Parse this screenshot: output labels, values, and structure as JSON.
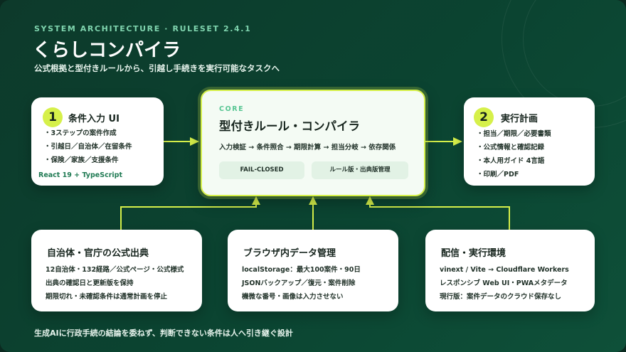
{
  "header": {
    "kicker": "SYSTEM ARCHITECTURE · RULESET 2.4.1",
    "title": "くらしコンパイラ",
    "subtitle": "公式根拠と型付きルールから、引越し手続きを実行可能なタスクへ"
  },
  "input": {
    "number": "1",
    "title": "条件入力 UI",
    "items": [
      "・3ステップの案件作成",
      "・引越日／自治体／在留条件",
      "・保険／家族／支援条件"
    ],
    "stack": "React 19 + TypeScript"
  },
  "core": {
    "label": "CORE",
    "title": "型付きルール・コンパイラ",
    "flow": "入力検証 → 条件照合 → 期限計算 → 担当分岐 → 依存関係",
    "tags": [
      "FAIL-CLOSED",
      "ルール版・出典版管理"
    ]
  },
  "plan": {
    "number": "2",
    "title": "実行計画",
    "items": [
      "・担当／期限／必要書類",
      "・公式情報と確認記録",
      "・本人用ガイド 4言語",
      "・印刷／PDF"
    ]
  },
  "sources": {
    "title": "自治体・官庁の公式出典",
    "items": [
      "12自治体・132経路／公式ページ・公式様式",
      "出典の確認日と更新版を保持",
      "期限切れ・未確認条件は通常計画を停止"
    ]
  },
  "storage": {
    "title": "ブラウザ内データ管理",
    "items": [
      "localStorage：最大100案件・90日",
      "JSONバックアップ／復元・案件削除",
      "機微な番号・画像は入力させない"
    ]
  },
  "deploy": {
    "title": "配信・実行環境",
    "items": [
      "vinext / Vite → Cloudflare Workers",
      "レスポンシブ Web UI・PWAメタデータ",
      "現行版：案件データのクラウド保存なし"
    ]
  },
  "footer": "生成AIに行政手続の結論を委ねず、判断できない条件は人へ引き継ぐ設計",
  "colors": {
    "background": "#0d3a2b",
    "accent": "#d6f04a",
    "card": "#ffffff",
    "core_fill": "#f4fbf4",
    "label_green": "#57c592",
    "stack_green": "#1f7a53"
  }
}
